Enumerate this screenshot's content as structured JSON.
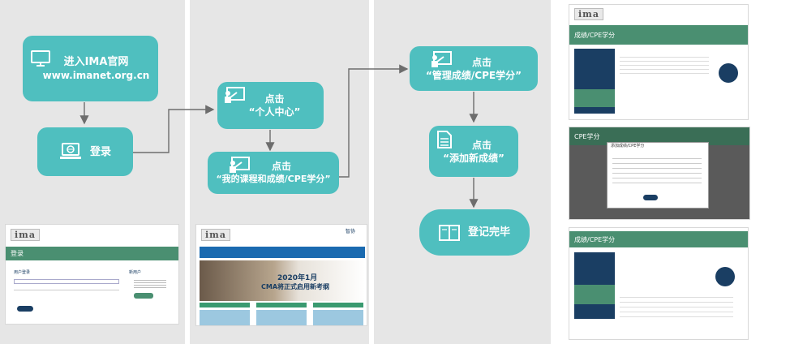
{
  "steps": {
    "visit": {
      "line1": "进入IMA官网",
      "line2": "www.imanet.org.cn"
    },
    "login": {
      "label": "登录"
    },
    "personal_center": {
      "line1": "点击",
      "line2": "“个人中心”"
    },
    "my_courses": {
      "line1": "点击",
      "line2": "“我的课程和成绩/CPE学分”"
    },
    "manage_scores": {
      "line1": "点击",
      "line2": "“管理成绩/CPE学分”"
    },
    "add_score": {
      "line1": "点击",
      "line2": "“添加新成绩”"
    },
    "register_done": {
      "label": "登记完毕"
    }
  },
  "screenshots": {
    "login_page": {
      "logo": "ima",
      "header": "登录",
      "user_login": "用户登录",
      "new_user": "新用户"
    },
    "home_page": {
      "logo": "ima",
      "banner_year": "2020年1月",
      "banner_text": "CMA将正式启用新考纲",
      "nav_label": "智协"
    },
    "score_page_1": {
      "logo": "ima",
      "header": "成绩/CPE学分"
    },
    "score_page_2": {
      "header": "CPE学分",
      "modal_title": "添加成绩/CPE学分"
    },
    "score_page_3": {
      "header": "成绩/CPE学分"
    }
  },
  "colors": {
    "node": "#4fbfbf",
    "panel": "#e6e6e6",
    "ima_green": "#4a8f71",
    "ima_blue": "#1a3e63"
  }
}
